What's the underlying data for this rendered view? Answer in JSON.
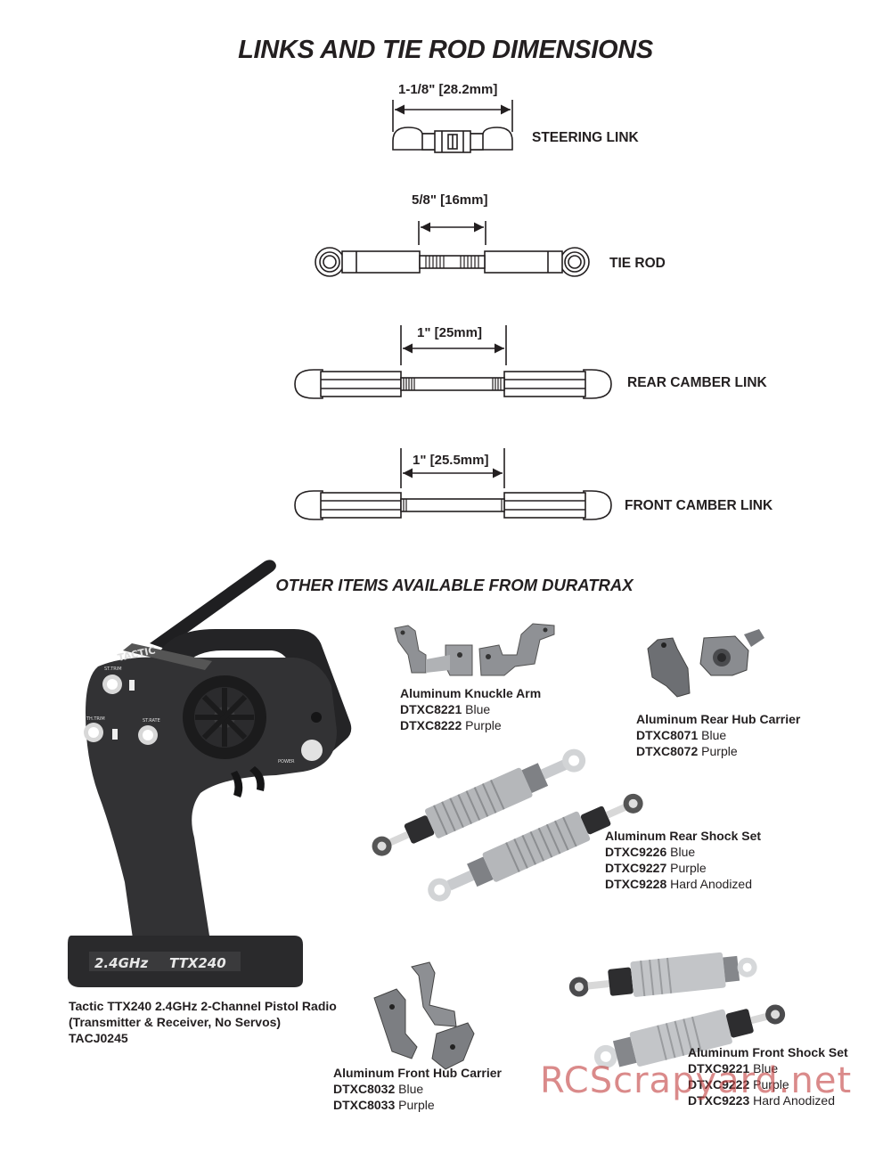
{
  "page": {
    "title": "LINKS AND TIE ROD DIMENSIONS",
    "subtitle": "OTHER ITEMS AVAILABLE FROM DURATRAX",
    "watermark": "RCScrapyard.net"
  },
  "links": [
    {
      "dimension": "1-1/8\" [28.2mm]",
      "label": "STEERING LINK"
    },
    {
      "dimension": "5/8\" [16mm]",
      "label": "TIE ROD"
    },
    {
      "dimension": "1\" [25mm]",
      "label": "REAR CAMBER LINK"
    },
    {
      "dimension": "1\" [25.5mm]",
      "label": "FRONT CAMBER LINK"
    }
  ],
  "radio": {
    "name": "Tactic TTX240 2.4GHz 2-Channel Pistol Radio",
    "detail": "(Transmitter & Receiver, No Servos)",
    "sku": "TACJ0245",
    "brand_text": "TACTIC",
    "base_text": "2.4GHz TTX240",
    "labels": {
      "st_trim": "ST.TRIM",
      "th_trim": "TH.TRIM",
      "st_rate": "ST.RATE",
      "power": "POWER"
    }
  },
  "products": [
    {
      "name": "Aluminum Knuckle Arm",
      "variants": [
        {
          "sku": "DTXC8221",
          "color": "Blue"
        },
        {
          "sku": "DTXC8222",
          "color": "Purple"
        }
      ]
    },
    {
      "name": "Aluminum Rear Hub Carrier",
      "variants": [
        {
          "sku": "DTXC8071",
          "color": "Blue"
        },
        {
          "sku": "DTXC8072",
          "color": "Purple"
        }
      ]
    },
    {
      "name": "Aluminum Rear Shock Set",
      "variants": [
        {
          "sku": "DTXC9226",
          "color": "Blue"
        },
        {
          "sku": "DTXC9227",
          "color": "Purple"
        },
        {
          "sku": "DTXC9228",
          "color": "Hard Anodized"
        }
      ]
    },
    {
      "name": "Aluminum Front Hub Carrier",
      "variants": [
        {
          "sku": "DTXC8032",
          "color": "Blue"
        },
        {
          "sku": "DTXC8033",
          "color": "Purple"
        }
      ]
    },
    {
      "name": "Aluminum Front Shock Set",
      "variants": [
        {
          "sku": "DTXC9221",
          "color": "Blue"
        },
        {
          "sku": "DTXC9222",
          "color": "Purple"
        },
        {
          "sku": "DTXC9223",
          "color": "Hard Anodized"
        }
      ]
    }
  ],
  "colors": {
    "ink": "#231f20",
    "metal": "#a4a6a8",
    "dark_part": "#2e2e30",
    "watermark": "#c44444"
  }
}
